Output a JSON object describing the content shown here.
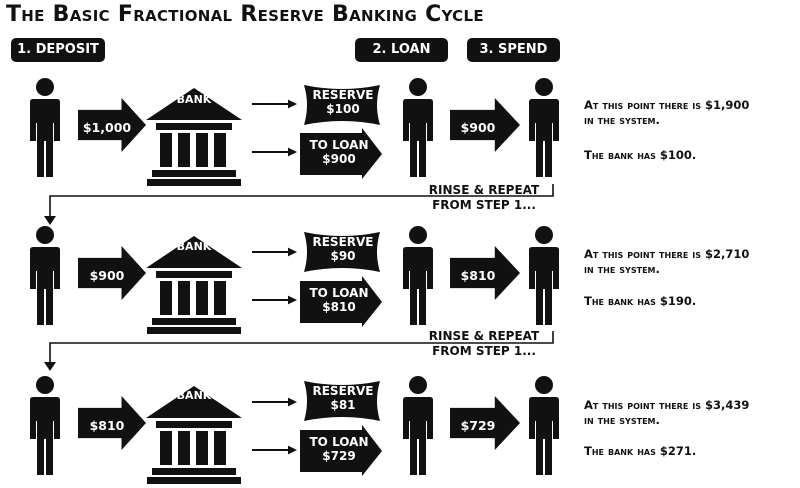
{
  "title": "The Basic Fractional Reserve Banking Cycle",
  "steps": [
    {
      "label": "1. DEPOSIT"
    },
    {
      "label": "2. LOAN"
    },
    {
      "label": "3. SPEND"
    }
  ],
  "rows": [
    {
      "deposit": "$1,000",
      "bank": "BANK",
      "reserve_label": "RESERVE",
      "reserve": "$100",
      "loan_label": "TO LOAN",
      "loan": "$900",
      "spend": "$900",
      "system_line": "At this point there is $1,900",
      "system_line2": "in the system.",
      "bank_has": "The bank has $100."
    },
    {
      "deposit": "$900",
      "bank": "BANK",
      "reserve_label": "RESERVE",
      "reserve": "$90",
      "loan_label": "TO LOAN",
      "loan": "$810",
      "spend": "$810",
      "system_line": "At this point there is $2,710",
      "system_line2": "in the system.",
      "bank_has": "The bank has $190."
    },
    {
      "deposit": "$810",
      "bank": "BANK",
      "reserve_label": "RESERVE",
      "reserve": "$81",
      "loan_label": "TO LOAN",
      "loan": "$729",
      "spend": "$729",
      "system_line": "At this point there is $3,439",
      "system_line2": "in the system.",
      "bank_has": "The bank has $271."
    }
  ],
  "repeat": [
    {
      "line1": "RINSE & REPEAT",
      "line2": "FROM STEP 1..."
    },
    {
      "line1": "RINSE & REPEAT",
      "line2": "FROM STEP 1..."
    }
  ]
}
